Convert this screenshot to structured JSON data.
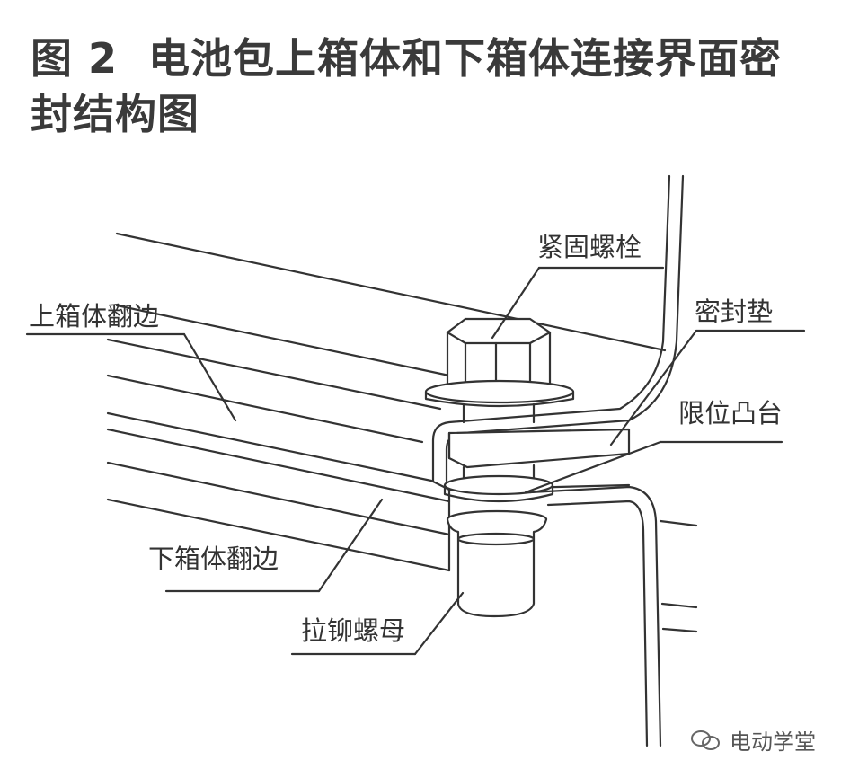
{
  "figure": {
    "number": "图 2",
    "title": "电池包上箱体和下箱体连接界面密封结构图"
  },
  "labels": {
    "bolt": "紧固螺栓",
    "upper_flange": "上箱体翻边",
    "gasket": "密封垫",
    "limit_boss": "限位凸台",
    "lower_flange": "下箱体翻边",
    "rivet_nut": "拉铆螺母"
  },
  "watermark": {
    "text": "电动学堂",
    "icon": "wechat-icon"
  }
}
